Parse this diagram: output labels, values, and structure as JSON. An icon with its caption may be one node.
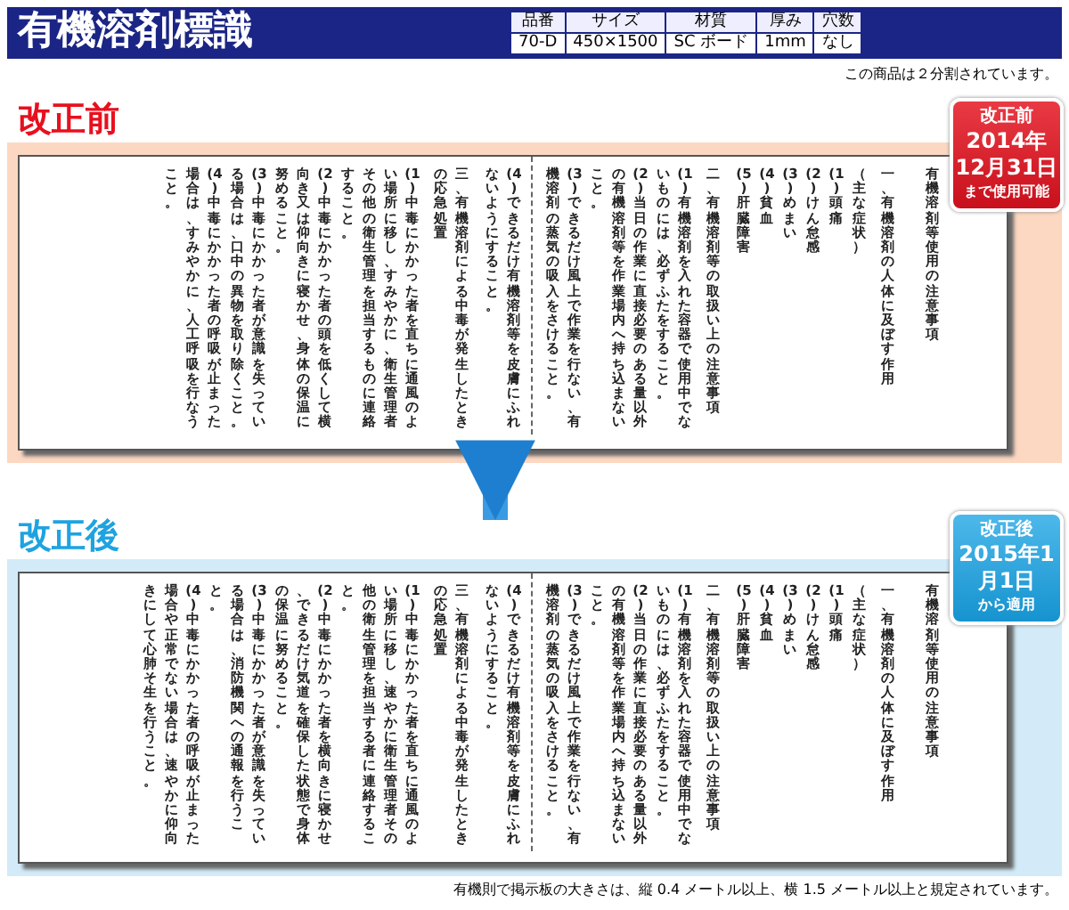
{
  "diagram": {
    "title": "有機溶剤標識",
    "nodes": [
      {
        "text": [
          "改正前",
          "有機溶剤等使用の注意事項",
          "一、有機溶剤の人体に及ぼす作用",
          "（主な症状）",
          "(1) 頭痛",
          "(2) けん怠感",
          "(3) めまい",
          "(4) 貧血",
          "(5) 肝臓障害",
          "二、有機溶剤等の取扱い上の注意事項",
          "(1) 有機溶剤を入れた容器で使用中でないものには、必ずふたをすること。",
          "(2) 当日の作業に直接必要のある量以外の有機溶剤等を作業場内へ持ち込まないこと。",
          "(3) できるだけ風上で作業を行ない、有機溶剤の蒸気の吸入をさけること。",
          "(4) できるだけ有機溶剤等を皮膚にふれないようにすること。",
          "三、有機溶剤による中毒が発生したときの応急処置",
          "(1) 中毒にかかった者を直ちに通風のよい場所に移し、すみやかに、衛生管理者その他の衛生管理を担当するものに連絡すること。",
          "(2) 中毒にかかった者の頭を低くして横向き又は仰向きに寝かせ、身体の保温に努めること。",
          "(3) 中毒にかかった者が意識を失っている場合は、口中の異物を取り除くこと。",
          "(4) 中毒にかかった者の呼吸が止まった場合は、すみやかに、人工呼吸を行なうこと。"
        ]
      },
      {
        "text": [
          "改正前",
          "2014年12月31日",
          "まで使用可能"
        ]
      },
      {
        "text": [
          "改正後",
          "有機溶剤等使用の注意事項",
          "一、有機溶剤の人体に及ぼす作用",
          "（主な症状）",
          "(1) 頭痛",
          "(2) けん怠感",
          "(3) めまい",
          "(4) 貧血",
          "(5) 肝臓障害",
          "二、有機溶剤等の取扱い上の注意事項",
          "(1) 有機溶剤を入れた容器で使用中でないものには、必ずふたをすること。",
          "(2) 当日の作業に直接必要のある量以外の有機溶剤等を作業場内へ持ち込まないこと。",
          "(3) できるだけ風上で作業を行ない、有機溶剤の蒸気の吸入をさけること。",
          "(4) できるだけ有機溶剤等を皮膚にふれないようにすること。",
          "三、有機溶剤による中毒が発生したときの応急処置",
          "(1) 中毒にかかった者を直ちに通風のよい場所に移し、速やかに衛生管理者その他の衛生管理を担当する者に連絡すること。",
          "(2) 中毒にかかった者を横向きに寝かせ、できるだけ気道を確保した状態で身体の保温に努めること。",
          "(3) 中毒にかかった者が意識を失っている場合は、消防機関への通報を行うこと。",
          "(4) 中毒にかかった者の呼吸が止まった場合や正常でない場合は、速やかに仰向きにして心肺そ生を行うこと。"
        ]
      },
      {
        "text": [
          "改正後",
          "2015年1月1日",
          "から適用"
        ]
      }
    ],
    "edges": [
      {
        "from": 0,
        "to": 2,
        "arrow": "to"
      }
    ],
    "labels": [
      "品番",
      "サイズ",
      "材質",
      "厚み",
      "穴数",
      "70-D",
      "450×1500",
      "SC ボード",
      "1mm",
      "なし",
      "この商品は２分割されています。",
      "有機則で掲示板の大きさは、縦 0.4 メートル以上、横 1.5 メートル以上と規定されています。"
    ]
  }
}
